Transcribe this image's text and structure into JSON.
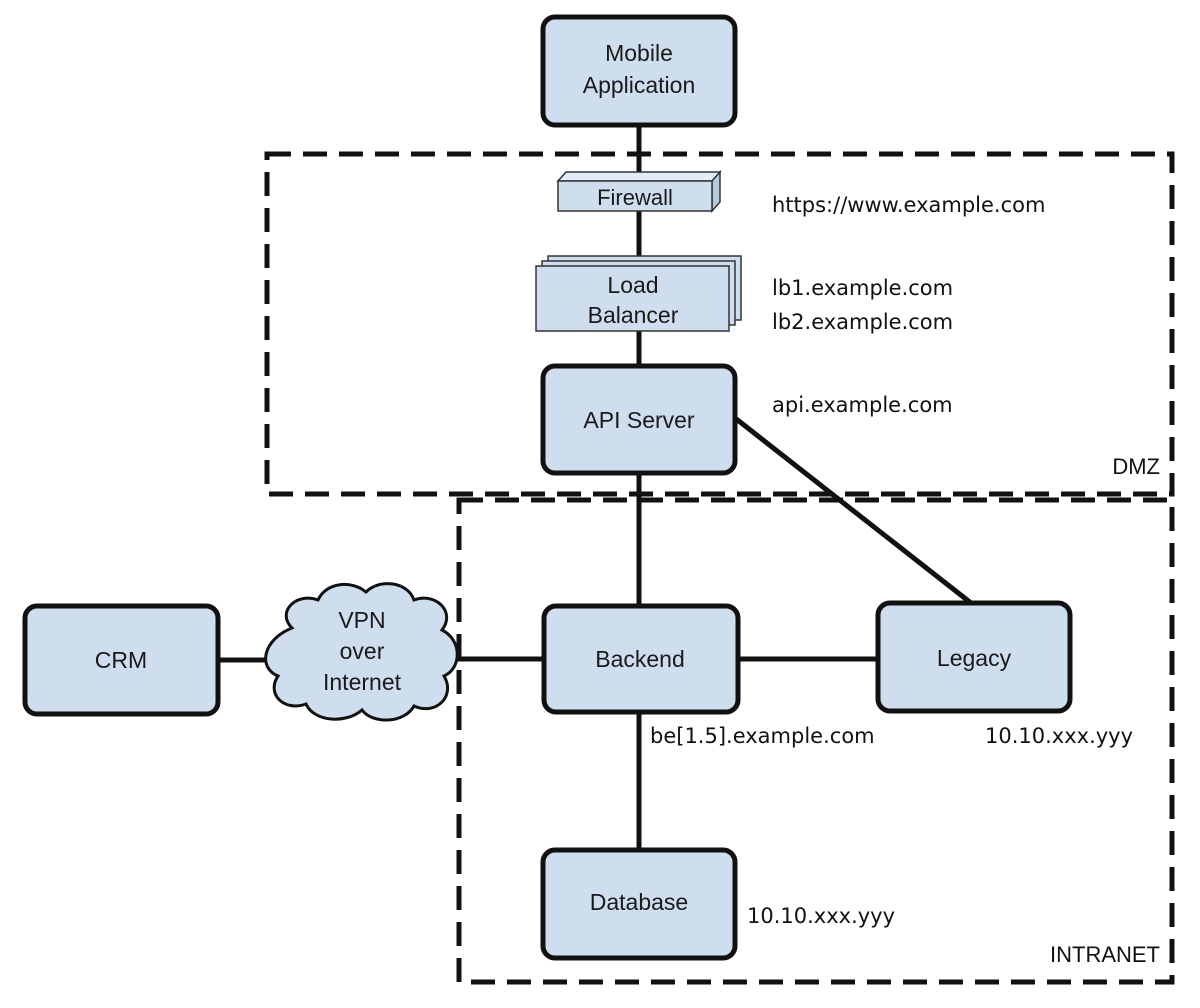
{
  "zones": {
    "dmz": "DMZ",
    "intranet": "INTRANET"
  },
  "nodes": {
    "mobile_application": [
      "Mobile",
      "Application"
    ],
    "firewall": "Firewall",
    "load_balancer": [
      "Load",
      "Balancer"
    ],
    "api_server": "API Server",
    "crm": "CRM",
    "vpn": [
      "VPN",
      "over",
      "Internet"
    ],
    "backend": "Backend",
    "legacy": "Legacy",
    "database": "Database"
  },
  "annotations": {
    "firewall_host": "https://www.example.com",
    "lb_host_1": "lb1.example.com",
    "lb_host_2": "lb2.example.com",
    "api_host": "api.example.com",
    "backend_host": "be[1.5].example.com",
    "legacy_ip": "10.10.xxx.yyy",
    "database_ip": "10.10.xxx.yyy"
  },
  "colors": {
    "node_fill": "#cfdeee",
    "stroke": "#111111"
  }
}
